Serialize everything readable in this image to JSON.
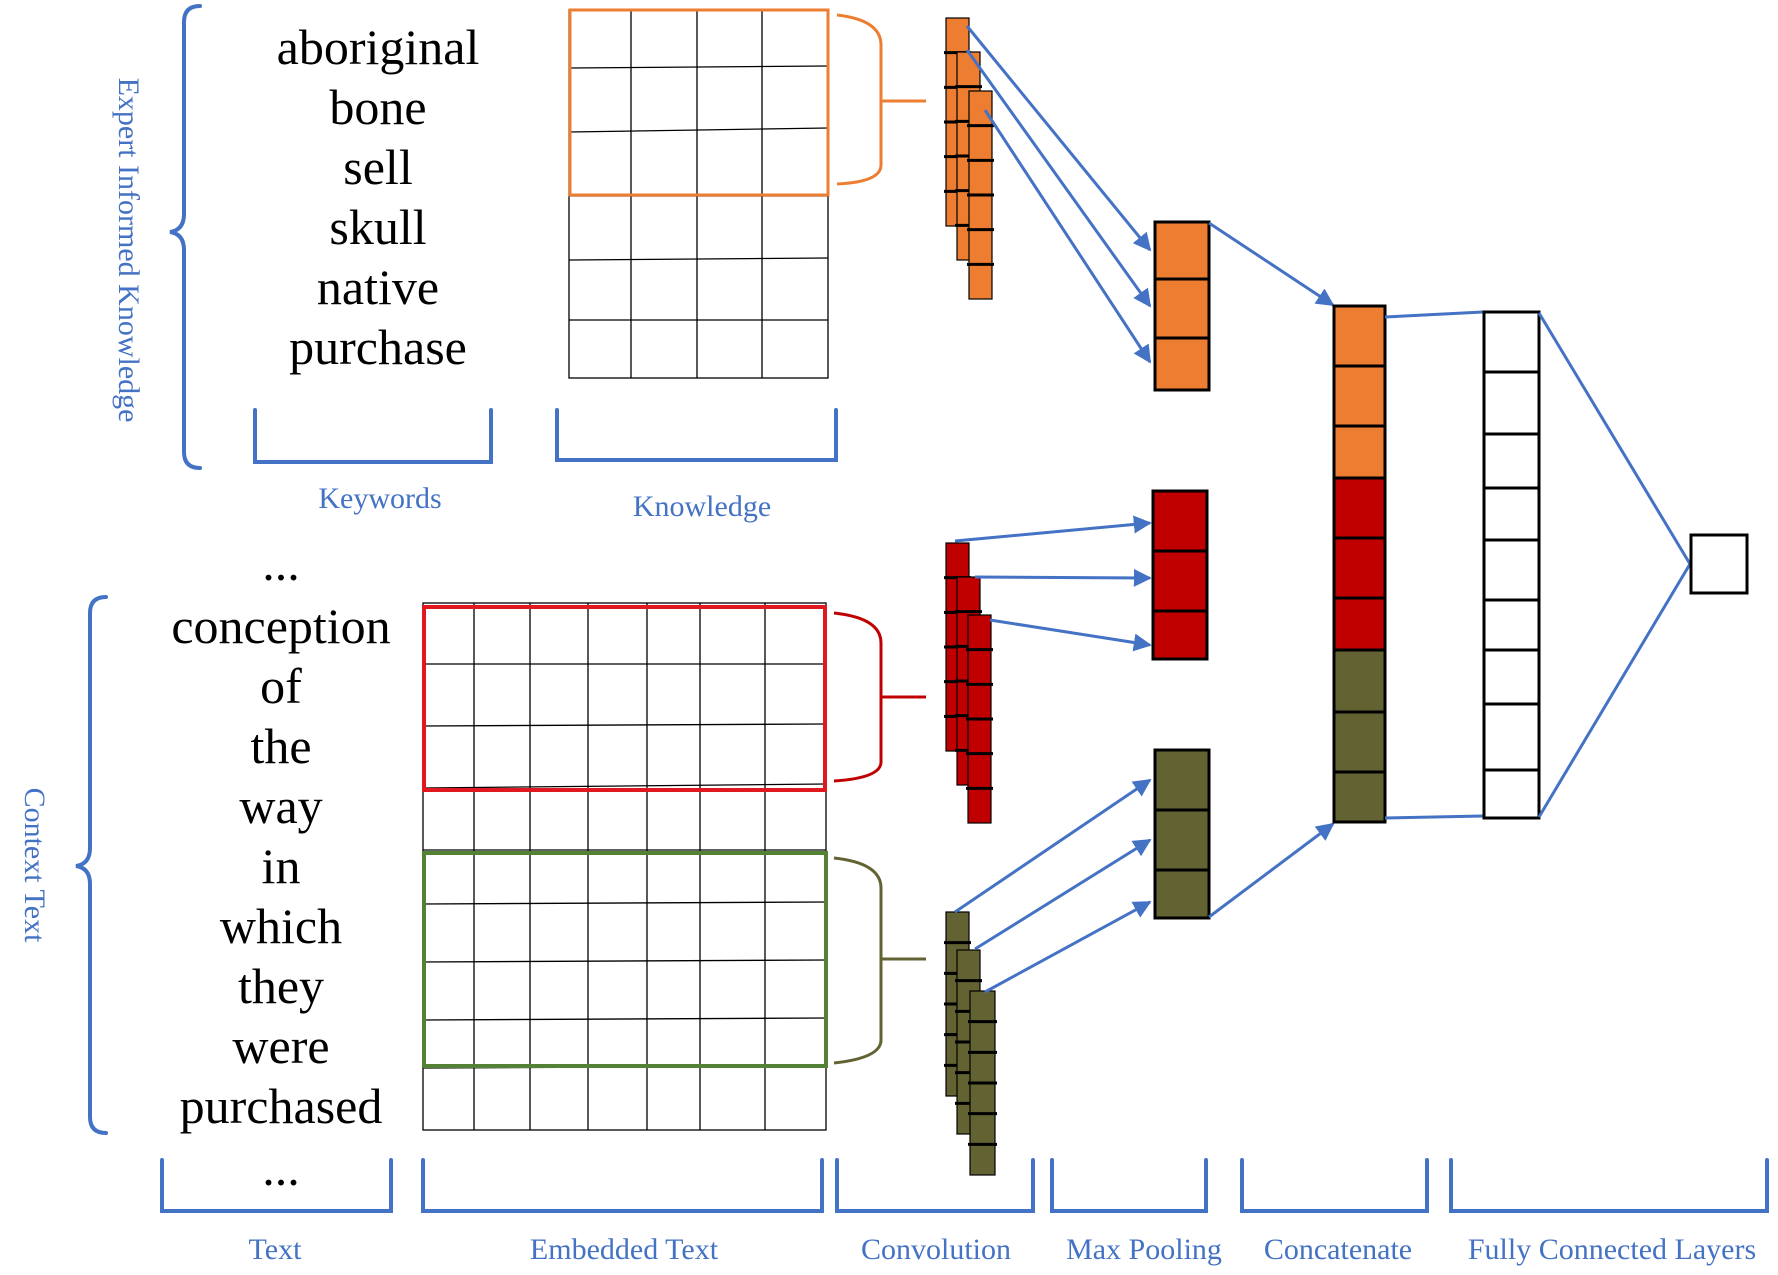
{
  "colors": {
    "accent": "#4472c4",
    "orange": "#ed7d31",
    "red": "#c00000",
    "olive": "#636232",
    "orange_bracket": "#ed7d31",
    "red_bracket": "#c00000",
    "green_bracket": "#548235",
    "olive_bracket": "#636232"
  },
  "groups": {
    "expert_label": "Expert Informed Knowledge",
    "context_label": "Context Text"
  },
  "keywords": [
    "aboriginal",
    "bone",
    "sell",
    "skull",
    "native",
    "purchase"
  ],
  "context_words": [
    "...",
    "conception",
    "of",
    "the",
    "way",
    "in",
    "which",
    "they",
    "were",
    "purchased",
    "..."
  ],
  "top_labels": {
    "keywords": "Keywords",
    "knowledge": "Knowledge"
  },
  "stage_labels": {
    "text": "Text",
    "embedded_text": "Embedded Text",
    "convolution": "Convolution",
    "max_pooling": "Max Pooling",
    "concatenate": "Concatenate",
    "fully_connected": "Fully Connected Layers"
  }
}
